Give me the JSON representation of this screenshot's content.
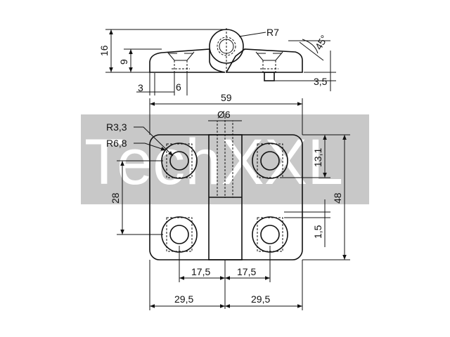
{
  "watermark": {
    "text": "TechXXL",
    "band_color": "#c8c8c8"
  },
  "side_view": {
    "radius_label": "R7",
    "angle_label": "45°",
    "height_total": "16",
    "height_leaf": "9",
    "offset_left": "3",
    "counterbore_width": "6",
    "offset_right": "3,5"
  },
  "front_view": {
    "overall_width": "59",
    "pin_diameter": "Ø6",
    "hole_radius": "R3,3",
    "counterbore_radius": "R6,8",
    "hole_spacing_vertical": "28",
    "top_offset": "13,1",
    "overall_height": "48",
    "small_offset": "1,5",
    "hole_to_center_left": "17,5",
    "hole_to_center_right": "17,5",
    "half_width_left": "29,5",
    "half_width_right": "29,5"
  }
}
